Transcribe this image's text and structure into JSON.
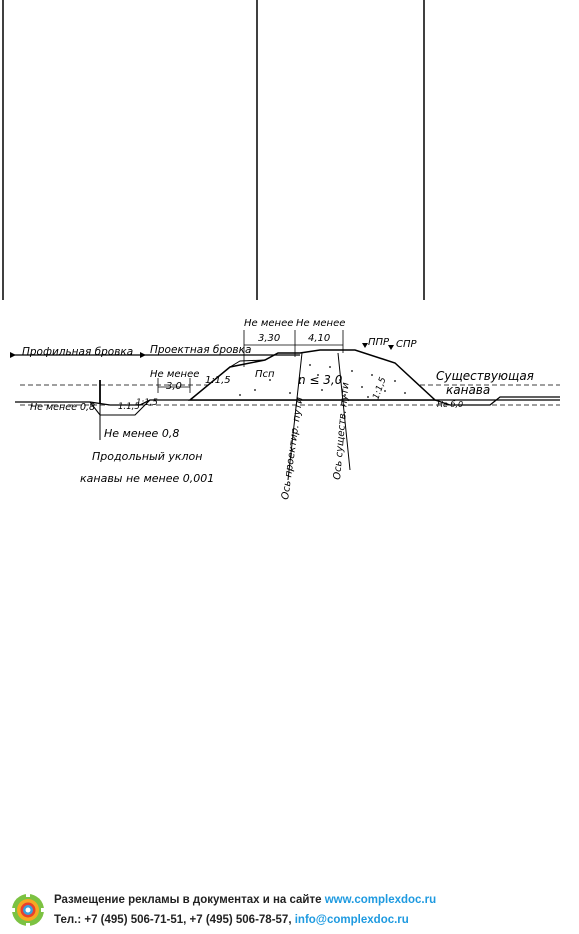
{
  "drawing": {
    "profile_edge": "Профильная бровка",
    "design_edge": "Проектная бровка",
    "min_3_30_label": "Не менее",
    "min_3_30_value": "3,30",
    "min_4_10_label": "Не менее",
    "min_4_10_value": "4,10",
    "ppr": "ППР",
    "spr": "СПР",
    "existing_ditch_line1": "Существующая",
    "existing_ditch_line2": "канава",
    "min_3_0_label": "Не менее",
    "min_3_0_value": "3,0",
    "slope_1_15": "1:1,5",
    "psp": "Псп",
    "n_value": "n ≤ 3,0",
    "min_0_8_left": "Не менее 0,8",
    "slope_left_1": "1:1,5",
    "slope_left_2": "1:1,5",
    "min_0_8_below": "Не менее 0,8",
    "longitudinal_line1": "Продольный уклон",
    "longitudinal_line2": "канавы не менее 0,001",
    "axis_design": "Ось проектир. пути",
    "axis_existing": "Ось существ. пути",
    "slope_right": "1:1,5",
    "right_note": "Не б,0"
  },
  "footer": {
    "ad_text": "Размещение рекламы в документах и на сайте ",
    "site": "www.complexdoc.ru",
    "phones": "Тел.: +7 (495) 506-71-51, +7 (495) 506-78-57, ",
    "email": "info@complexdoc.ru"
  }
}
